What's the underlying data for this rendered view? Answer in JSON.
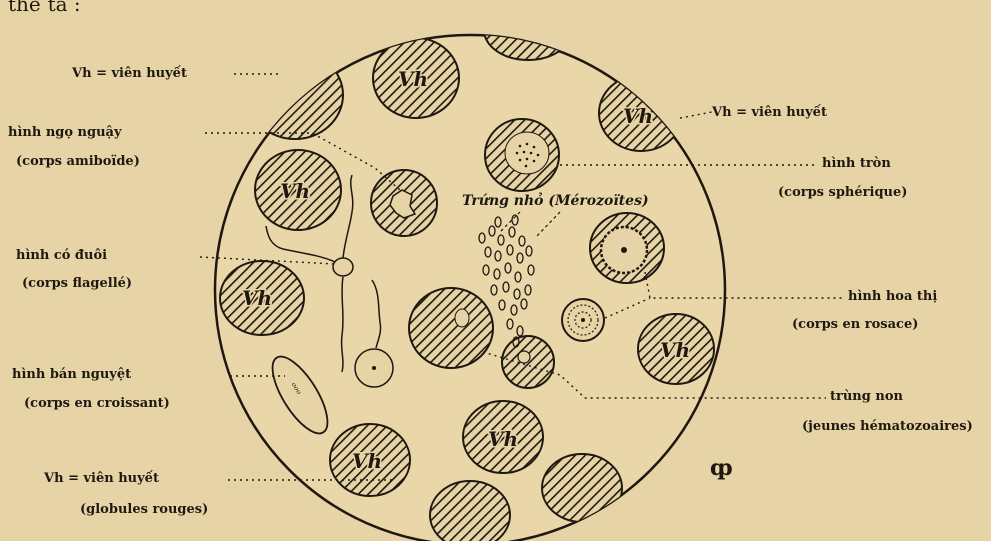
{
  "page_fragment": "thế ta :",
  "labels": {
    "vh_top_left": "Vh = viên huyết",
    "vh_top_right": "Vh = viên huyết",
    "vh_bottom": "Vh = viên huyết",
    "vh_bottom_fr": "(globules rouges)",
    "amiboide_vi": "hình ngọ nguậy",
    "amiboide_fr": "(corps amiboïde)",
    "flagelle_vi": "hình có đuôi",
    "flagelle_fr": "(corps flagellé)",
    "croissant_vi": "hình bán nguyệt",
    "croissant_fr": "(corps en croissant)",
    "spherique_vi": "hình tròn",
    "spherique_fr": "(corps sphérique)",
    "rosace_vi": "hình hoa thị",
    "rosace_fr": "(corps en rosace)",
    "jeunes_vi": "trùng non",
    "jeunes_fr": "(jeunes hématozoaires)",
    "merozoites": "Trứng nhỏ (Mérozoïtes)"
  },
  "cell_mark": "Vh",
  "signature_glyph": "ȹ",
  "colors": {
    "paper": "#e7d4a6",
    "ink": "#1e1810"
  }
}
